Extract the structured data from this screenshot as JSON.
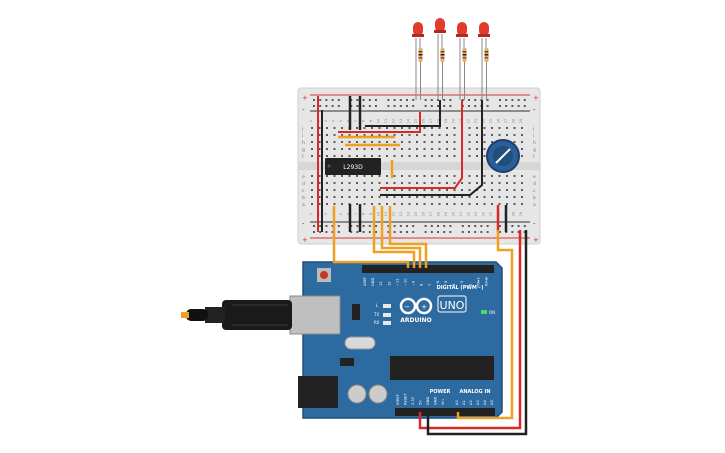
{
  "colors": {
    "background": "#ffffff",
    "breadboard": "#e6e6e6",
    "breadboard_hole": "#5a5a5a",
    "rail_red": "#d9322b",
    "rail_black": "#333333",
    "board_blue": "#2c6aa0",
    "board_dark": "#1f4f7a",
    "wire_orange": "#f0a020",
    "wire_red": "#d92a2a",
    "wire_black": "#222222",
    "led_red": "#e23b2e",
    "chip": "#222222",
    "pot_blue": "#2a5f9a"
  },
  "breadboard": {
    "row_letters": [
      "j",
      "i",
      "h",
      "g",
      "f",
      "e",
      "d",
      "c",
      "b",
      "a"
    ],
    "rail_marks": [
      "+",
      "-"
    ],
    "column_numbers": [
      "1",
      "2",
      "3",
      "4",
      "5",
      "6",
      "7",
      "8",
      "9",
      "10",
      "11",
      "12",
      "13",
      "14",
      "15",
      "16",
      "17",
      "18",
      "19",
      "20",
      "21",
      "22",
      "23",
      "24",
      "25",
      "26",
      "27",
      "28",
      "29",
      "30"
    ]
  },
  "chip": {
    "label": "L293D"
  },
  "arduino": {
    "logo_text": "ARDUINO",
    "model": "UNO",
    "digital_label": "DIGITAL (PWM~)",
    "digital_pins": [
      "AREF",
      "GND",
      "13",
      "12",
      "~11",
      "~10",
      "~9",
      "8",
      "7",
      "~6",
      "~5",
      "4",
      "~3",
      "2",
      "TX▸1",
      "RX◂0"
    ],
    "power_label": "POWER",
    "power_pins": [
      "IOREF",
      "RESET",
      "3.3V",
      "5V",
      "GND",
      "GND",
      "Vin"
    ],
    "analog_label": "ANALOG IN",
    "analog_pins": [
      "A0",
      "A1",
      "A2",
      "A3",
      "A4",
      "A5"
    ],
    "on_label": "ON",
    "led_labels": [
      "L",
      "TX",
      "RX"
    ]
  },
  "leds": {
    "count": 4
  }
}
